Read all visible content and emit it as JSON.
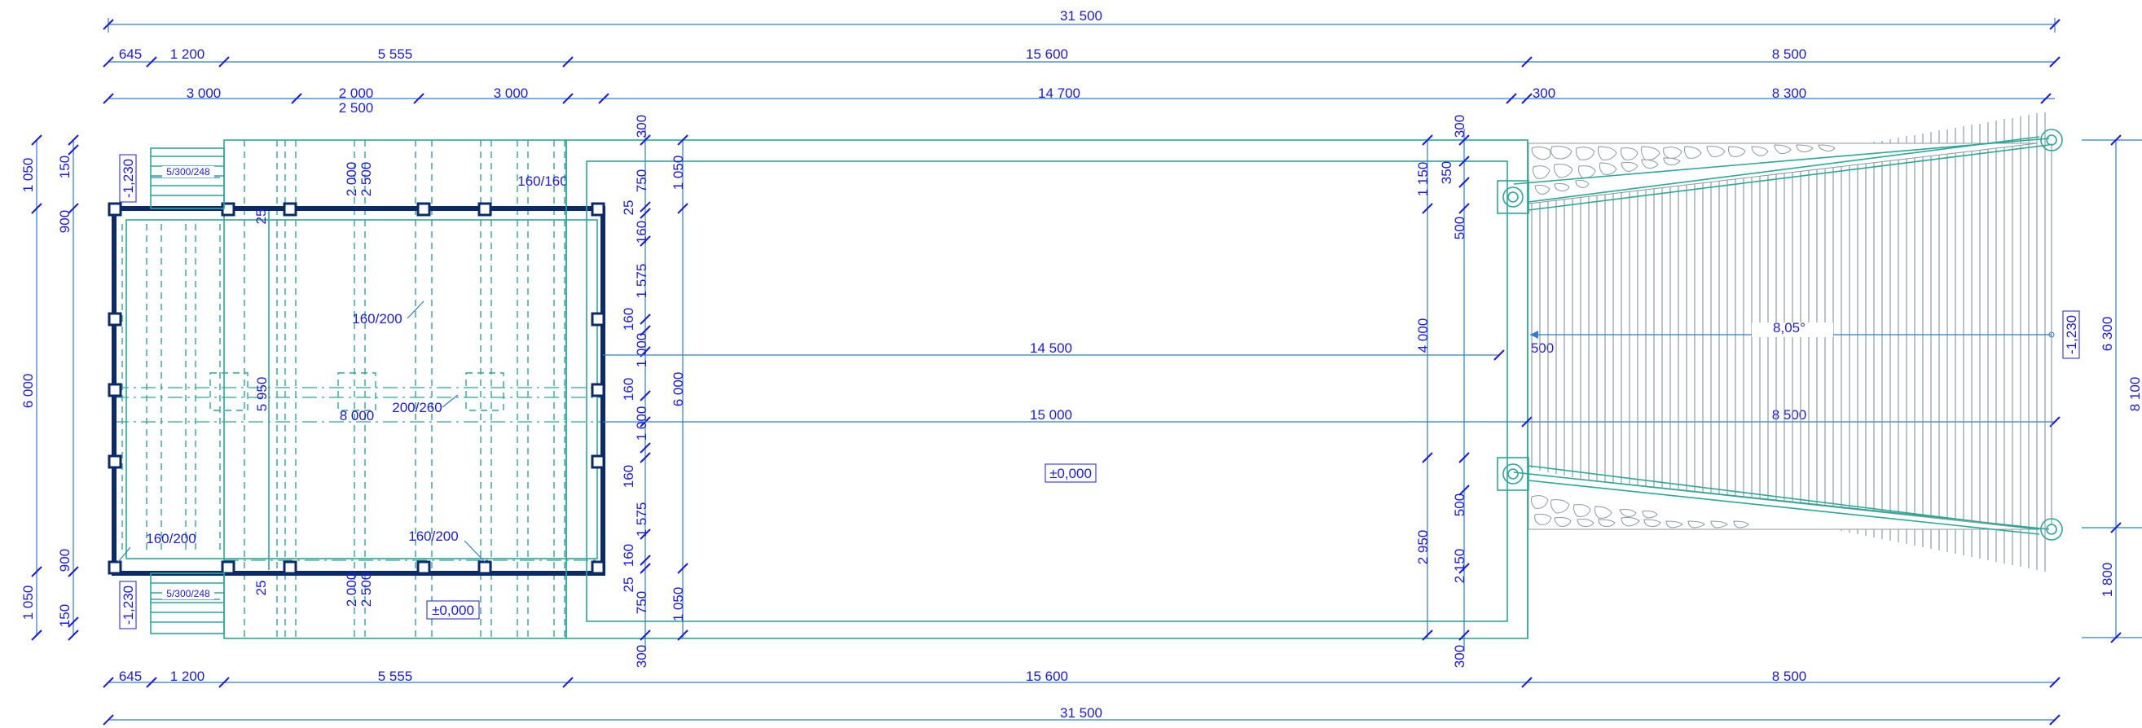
{
  "colors": {
    "dimension_text": "#1a1aee",
    "dimension_line": "#2a7fd0",
    "structure_line": "#2aa89a",
    "frame": "#0b2a6b",
    "stone": "#8a9aa0"
  },
  "dims": {
    "total_top": "31 500",
    "total_bottom": "31 500",
    "row2": [
      "645",
      "1 200",
      "5 555",
      "15 600",
      "8 500"
    ],
    "row3": [
      "3 000",
      "2 000",
      "3 000",
      "14 700",
      "300",
      "8 300"
    ],
    "row3_sub": "2 500",
    "bottom_row": [
      "645",
      "1 200",
      "5 555",
      "15 600",
      "8 500"
    ],
    "left_outer": [
      "1 050",
      "6 000",
      "1 050"
    ],
    "left_inner": [
      "150",
      "900",
      "900",
      "150"
    ],
    "right_outer": [
      "6 300",
      "1 800"
    ],
    "right_cut": "8 100",
    "pool_left_vert": [
      "300",
      "750",
      "25",
      "160",
      "1 575",
      "160",
      "1 000",
      "160",
      "1 000",
      "160",
      "1 575",
      "160",
      "25",
      "750",
      "300"
    ],
    "pool_left_vert2": [
      "1 050",
      "6 000",
      "1 050"
    ],
    "pool_right_vert": [
      "300",
      "1 150",
      "350",
      "500",
      "4 000",
      "500",
      "2 950",
      "2 150",
      "300"
    ],
    "pergola_vert": [
      "2 000",
      "2 500",
      "5 950",
      "2 000",
      "2 500",
      "25",
      "25"
    ],
    "middle_h": [
      "14 500",
      "500",
      "15 000",
      "8 500",
      "8 000"
    ],
    "angle": "8,05°"
  },
  "labels": {
    "beam_top": "160/160",
    "beam_mid": "160/200",
    "beam_center": "200/260",
    "beam_bl": "160/200",
    "beam_bm": "160/200",
    "stair_top": "5/300/248",
    "stair_bottom": "5/300/248",
    "level_top_left": "-1,230",
    "level_bottom_left": "-1,230",
    "level_right": "-1,230",
    "level_pool": "±0,000",
    "level_deck": "±0,000"
  }
}
